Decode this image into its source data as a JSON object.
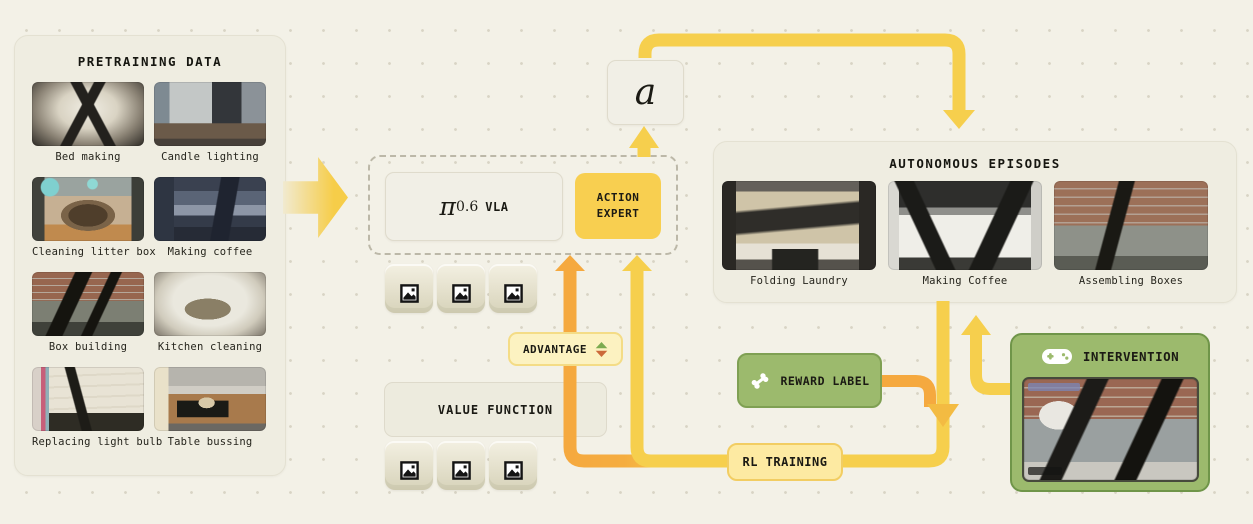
{
  "colors": {
    "arrow_yellow": "#f6cf4d",
    "arrow_orange": "#f5a93f",
    "arrow_blend": "#f3bb42",
    "green_fill": "#9cba6d",
    "green_border": "#7fa053",
    "advantage_up": "#7cab4f",
    "advantage_down": "#cc6a3a"
  },
  "pretraining": {
    "title": "PRETRAINING DATA",
    "items": [
      {
        "label": "Bed making"
      },
      {
        "label": "Candle lighting"
      },
      {
        "label": "Cleaning litter box"
      },
      {
        "label": "Making coffee"
      },
      {
        "label": "Box building"
      },
      {
        "label": "Kitchen cleaning"
      },
      {
        "label": "Replacing light bulb"
      },
      {
        "label": "Table bussing"
      }
    ]
  },
  "model": {
    "pi": "π",
    "pi_sub": "0.6",
    "vla_suffix": "VLA",
    "action_expert": "ACTION EXPERT",
    "action_symbol": "a"
  },
  "episodes": {
    "title": "AUTONOMOUS EPISODES",
    "items": [
      {
        "label": "Folding Laundry"
      },
      {
        "label": "Making Coffee"
      },
      {
        "label": "Assembling Boxes"
      }
    ]
  },
  "labels": {
    "advantage": "ADVANTAGE",
    "value_function": "VALUE FUNCTION",
    "reward_label": "REWARD LABEL",
    "rl_training": "RL TRAINING",
    "intervention": "INTERVENTION"
  }
}
